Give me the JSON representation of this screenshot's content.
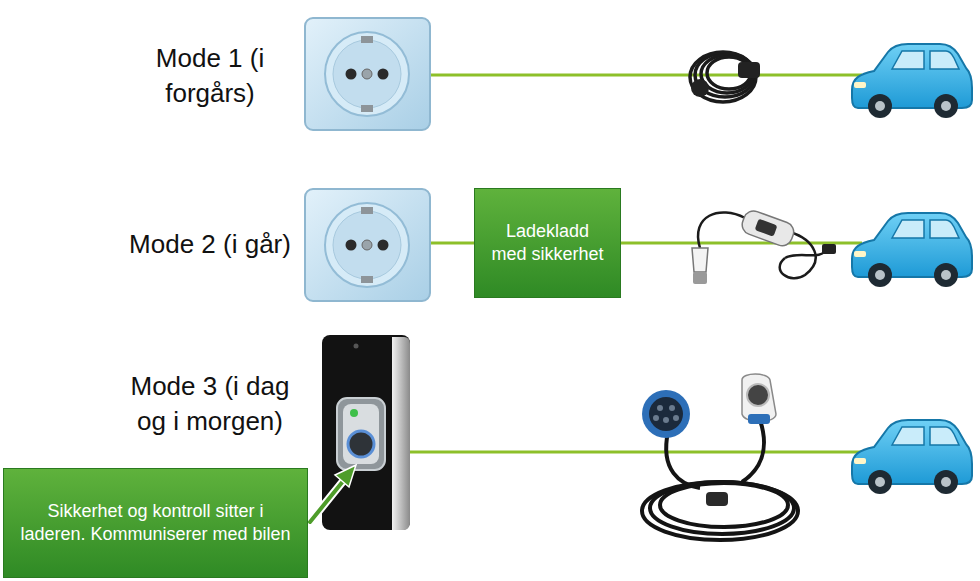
{
  "diagram": {
    "nodes": [
      {
        "text": [
          "Ladekladd med sikkerhet"
        ]
      },
      {
        "text": [
          "Sikkerhet og kontroll sitter i laderen. Kommuniserer med bilen"
        ]
      }
    ],
    "labels": [
      "Mode 1 (i forgårs)",
      "Mode 2 (i går)",
      "Mode 3 (i dag og i morgen)"
    ]
  }
}
